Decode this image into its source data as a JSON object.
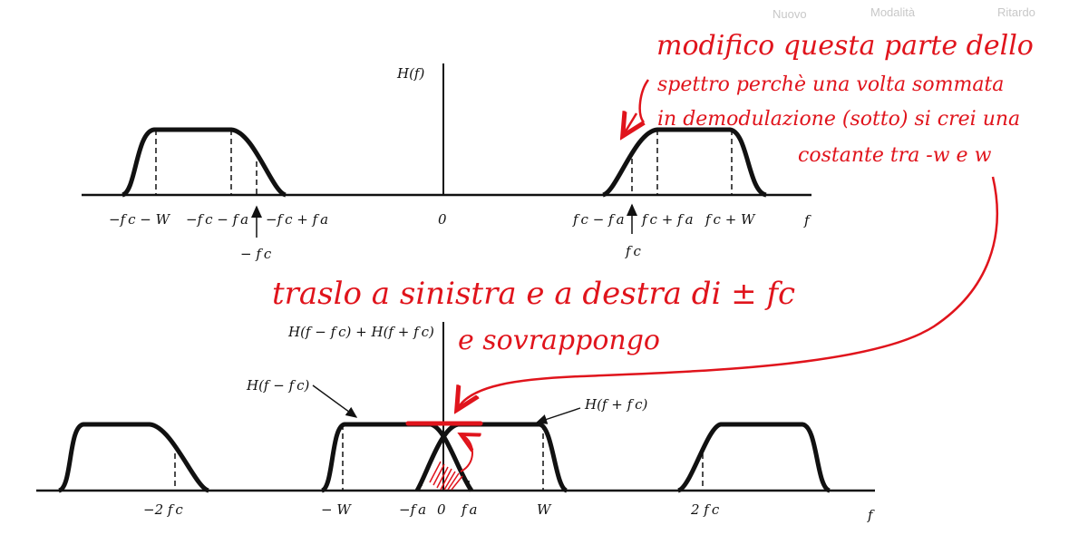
{
  "top": {
    "axis_label": "H(f)",
    "freq_label": "f",
    "tick_labels": [
      "−f c − W",
      "−f c − f a",
      "−f c + f a",
      "0",
      "f c − f a",
      "f c + f a",
      "f c + W"
    ],
    "arrow_label": "− f c",
    "arrow_label_right": "f c"
  },
  "bottom": {
    "axis_label": "H(f − f c) + H(f + f c)",
    "freq_label": "f",
    "left_curve_label": "H(f − f c)",
    "right_curve_label": "H(f + f c)",
    "tick_labels": [
      "−2 f c",
      "− W",
      "−f a",
      "0",
      "f a",
      "W",
      "2 f c"
    ]
  },
  "annotations": {
    "note_top_lines": [
      "modifico questa parte dello",
      "spettro perchè una volta sommata",
      "in demodulazione (sotto) si crei una",
      "costante tra -w e w"
    ],
    "note_middle_lines": [
      "traslo a sinistra e a destra di ± fc",
      "e sovrappongo"
    ]
  },
  "ghost_ui": {
    "texts": [
      "Nuovo",
      "Modalità",
      "Ritardo"
    ]
  },
  "colors": {
    "ink": "#111111",
    "annotation": "#e0141c"
  }
}
